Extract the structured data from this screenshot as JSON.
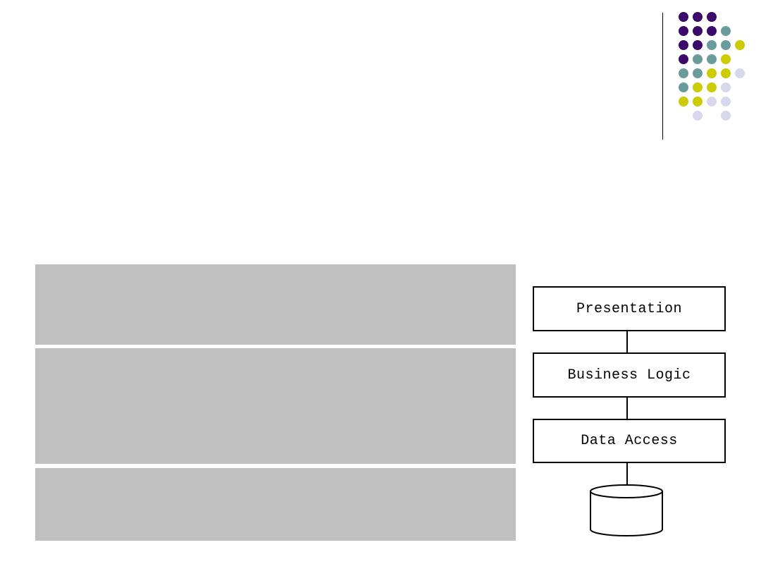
{
  "decoration": {
    "colors": {
      "purple": "#3b0a6b",
      "teal": "#6a9c9c",
      "yellow": "#cccc00",
      "lavender": "#d8d8ec",
      "panel": "#c0c0c0"
    },
    "dot_rows": [
      [
        "purple",
        "purple",
        "purple",
        null,
        null
      ],
      [
        "purple",
        "purple",
        "purple",
        "teal",
        null
      ],
      [
        "purple",
        "purple",
        "teal",
        "teal",
        "yellow"
      ],
      [
        "purple",
        "teal",
        "teal",
        "yellow",
        null
      ],
      [
        "teal",
        "teal",
        "yellow",
        "yellow",
        "lavender"
      ],
      [
        "teal",
        "yellow",
        "yellow",
        "lavender",
        null
      ],
      [
        "yellow",
        "yellow",
        "lavender",
        "lavender",
        null
      ],
      [
        null,
        "lavender",
        null,
        "lavender",
        null
      ]
    ]
  },
  "diagram": {
    "layers": [
      {
        "label": "Presentation"
      },
      {
        "label": "Business Logic"
      },
      {
        "label": "Data Access"
      }
    ],
    "storage_icon": "database-cylinder-icon"
  }
}
